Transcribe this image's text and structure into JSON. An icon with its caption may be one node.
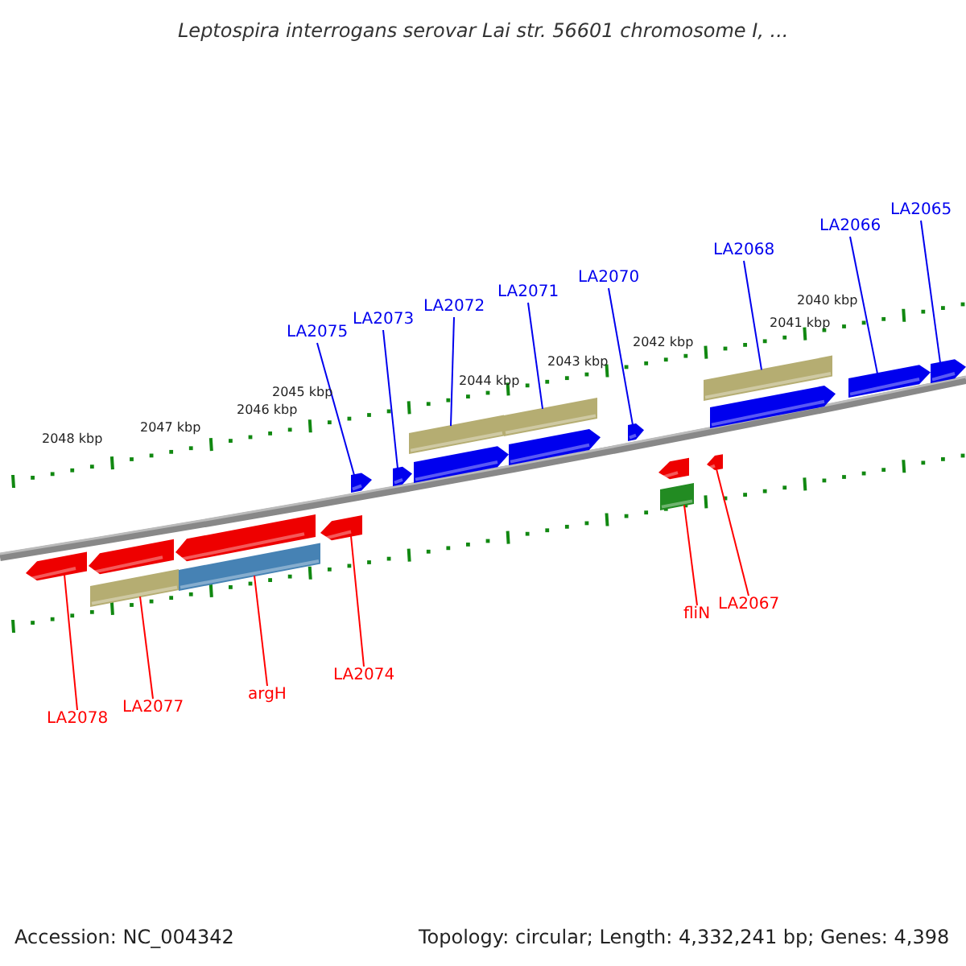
{
  "diagram": {
    "title": "Leptospira interrogans serovar Lai str. 56601 chromosome I, ...",
    "nodes": [
      {
        "text": [
          "LA2075"
        ]
      },
      {
        "text": [
          "LA2073"
        ]
      },
      {
        "text": [
          "LA2072"
        ]
      },
      {
        "text": [
          "LA2071"
        ]
      },
      {
        "text": [
          "LA2070"
        ]
      },
      {
        "text": [
          "LA2068"
        ]
      },
      {
        "text": [
          "LA2066"
        ]
      },
      {
        "text": [
          "LA2065"
        ]
      },
      {
        "text": [
          "LA2078"
        ]
      },
      {
        "text": [
          "LA2077"
        ]
      },
      {
        "text": [
          "argH"
        ]
      },
      {
        "text": [
          "LA2074"
        ]
      },
      {
        "text": [
          "fliN"
        ]
      },
      {
        "text": [
          "LA2067"
        ]
      },
      {
        "text": [],
        "shape": "pentagon"
      },
      {
        "text": [],
        "shape": "pentagon"
      },
      {
        "text": [],
        "shape": "bar"
      },
      {
        "text": [],
        "shape": "pentagon"
      },
      {
        "text": [],
        "shape": "bar"
      },
      {
        "text": [],
        "shape": "pentagon"
      },
      {
        "text": [],
        "shape": "pentagon"
      },
      {
        "text": [],
        "shape": "bar"
      },
      {
        "text": [],
        "shape": "pentagon"
      },
      {
        "text": [],
        "shape": "pentagon"
      },
      {
        "text": [],
        "shape": "pentagon"
      },
      {
        "text": [],
        "shape": "pentagon"
      },
      {
        "text": [],
        "shape": "pentagon"
      },
      {
        "text": [],
        "shape": "bar"
      },
      {
        "text": [],
        "shape": "pentagon"
      },
      {
        "text": [],
        "shape": "bar"
      },
      {
        "text": [],
        "shape": "pentagon"
      },
      {
        "text": [],
        "shape": "pentagon"
      },
      {
        "text": [],
        "shape": "bar"
      },
      {
        "text": [],
        "shape": "pentagon"
      }
    ],
    "edges": [
      {
        "from": 0,
        "to": 14,
        "arrow": "none"
      },
      {
        "from": 1,
        "to": 15,
        "arrow": "none"
      },
      {
        "from": 2,
        "to": 16,
        "arrow": "none"
      },
      {
        "from": 3,
        "to": 18,
        "arrow": "none"
      },
      {
        "from": 4,
        "to": 20,
        "arrow": "none"
      },
      {
        "from": 5,
        "to": 21,
        "arrow": "none"
      },
      {
        "from": 6,
        "to": 23,
        "arrow": "none"
      },
      {
        "from": 7,
        "to": 24,
        "arrow": "none"
      },
      {
        "from": 8,
        "to": 25,
        "arrow": "none",
        "color": "#ff0000"
      },
      {
        "from": 9,
        "to": 27,
        "arrow": "none",
        "color": "#ff0000"
      },
      {
        "from": 10,
        "to": 29,
        "arrow": "none",
        "color": "#ff0000"
      },
      {
        "from": 11,
        "to": 30,
        "arrow": "none",
        "color": "#ff0000"
      },
      {
        "from": 12,
        "to": 32,
        "arrow": "none",
        "color": "#ff0000"
      },
      {
        "from": 13,
        "to": 33,
        "arrow": "none",
        "color": "#ff0000"
      }
    ],
    "labels": [
      "2048 kbp",
      "2047 kbp",
      "2046 kbp",
      "2045 kbp",
      "2044 kbp",
      "2043 kbp",
      "2042 kbp",
      "2041 kbp",
      "2040 kbp",
      "Accession: NC_004342",
      "Topology: circular; Length: 4,332,241 bp; Genes: 4,398"
    ]
  }
}
